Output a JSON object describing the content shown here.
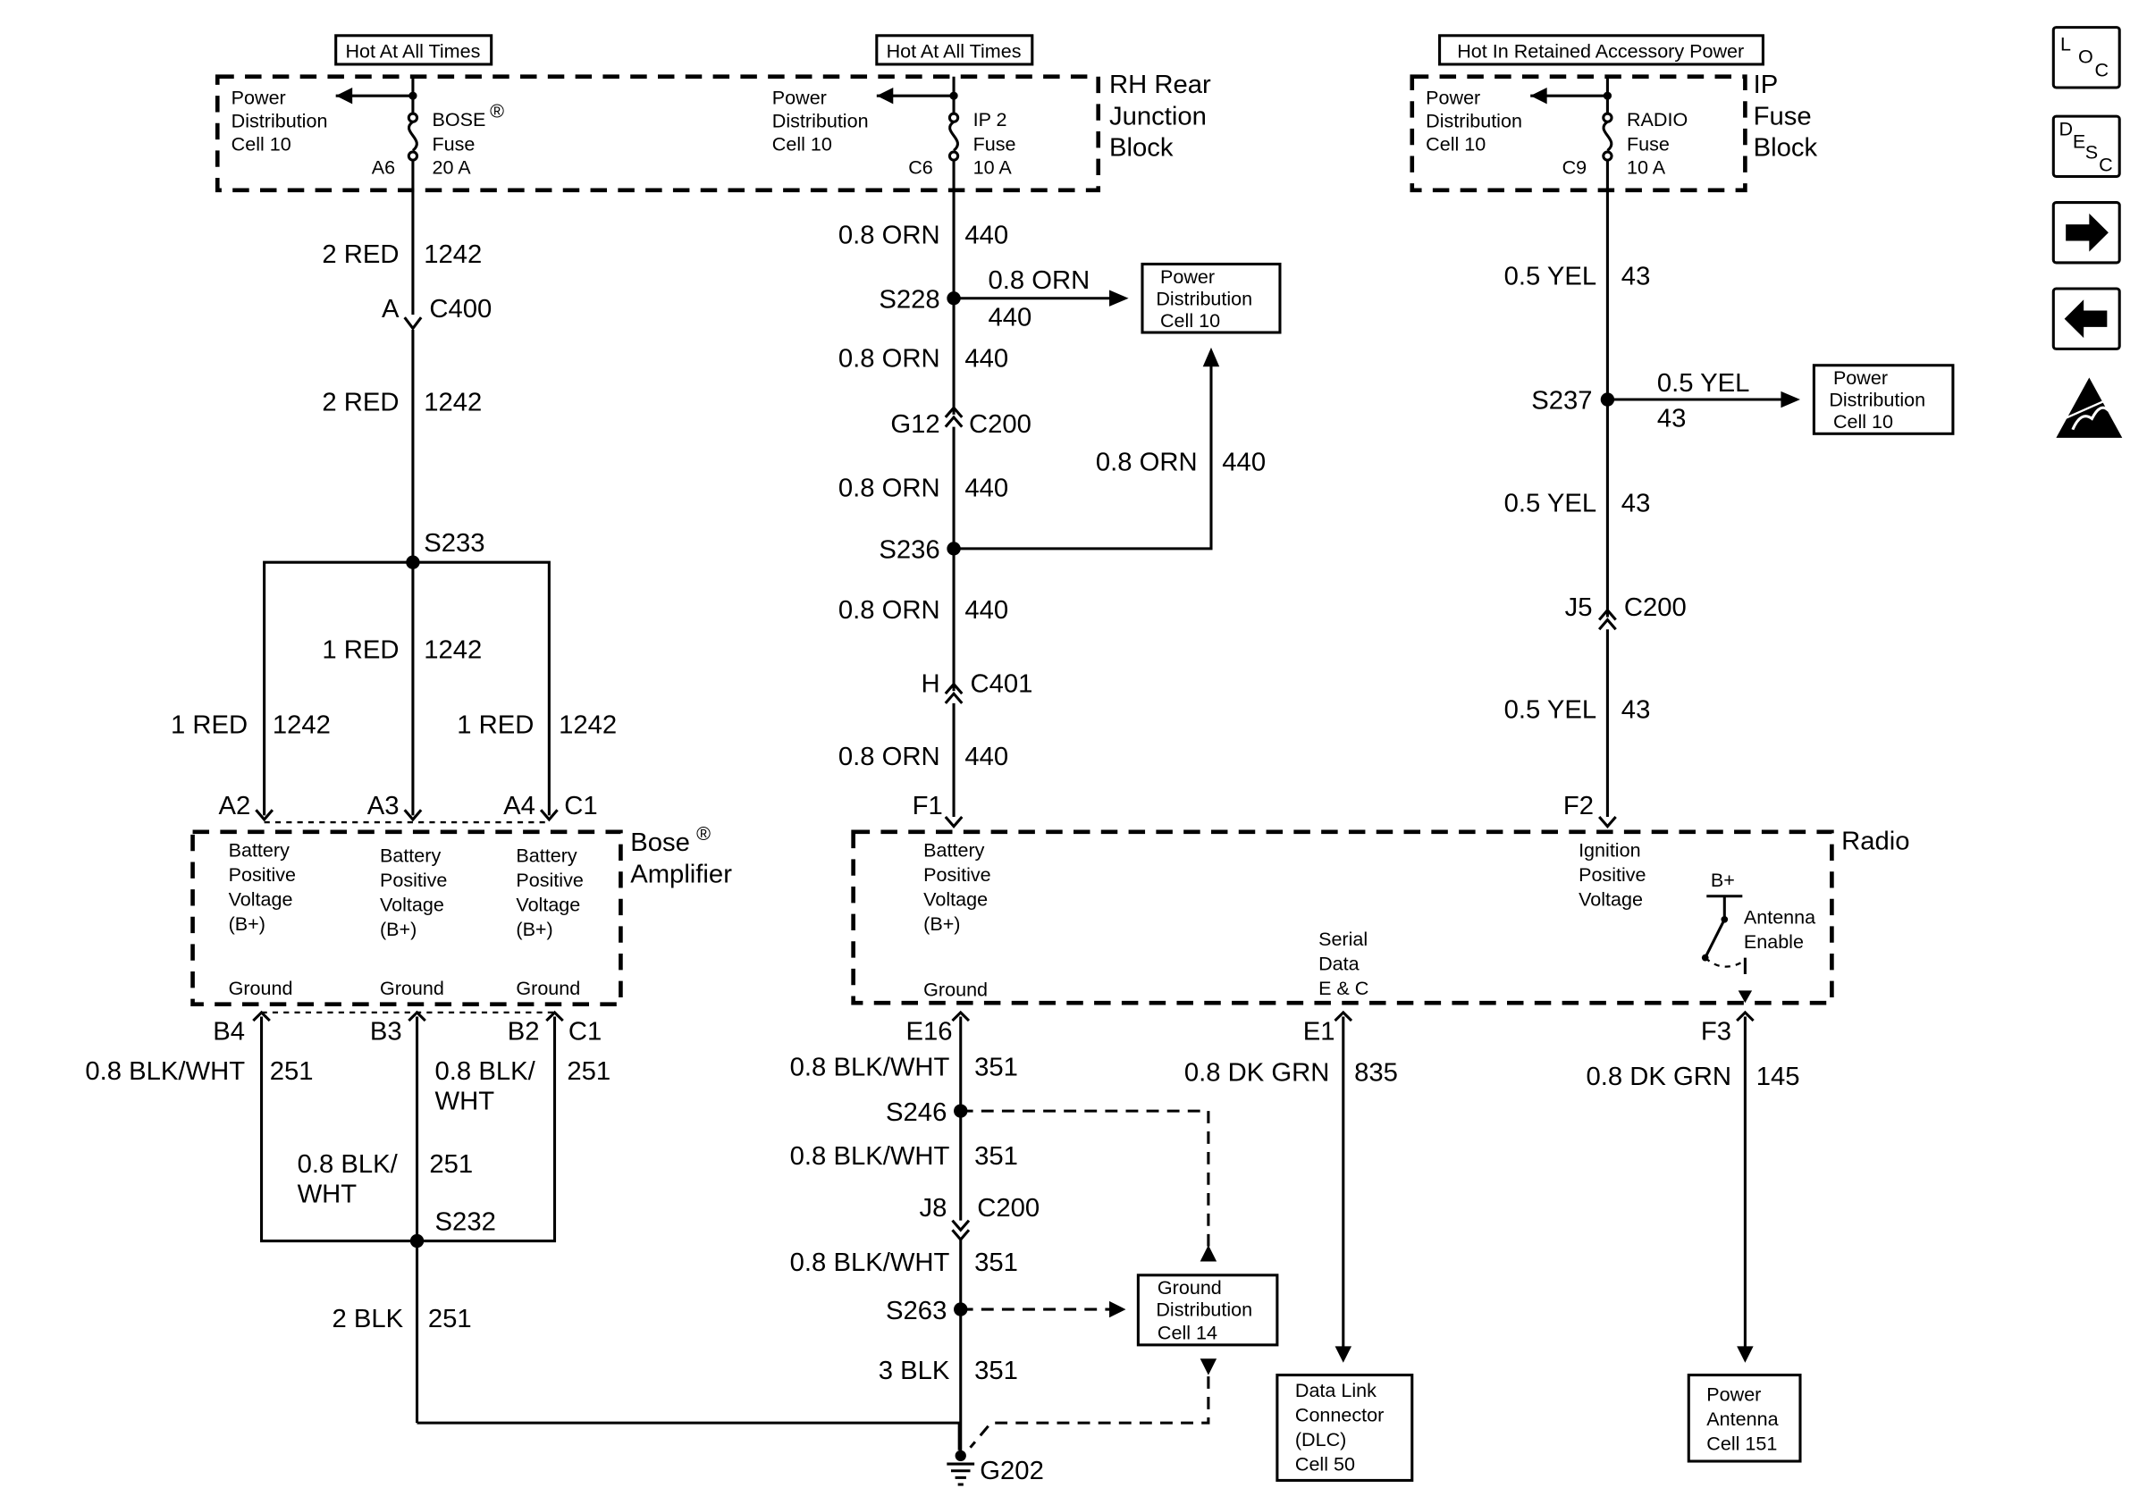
{
  "hot_labels": {
    "left": "Hot At All Times",
    "mid": "Hot At All Times",
    "right": "Hot In Retained Accessory Power"
  },
  "fuse_blocks": {
    "rh": {
      "name_l1": "RH Rear",
      "name_l2": "Junction",
      "name_l3": "Block"
    },
    "ip": {
      "name_l1": "IP",
      "name_l2": "Fuse",
      "name_l3": "Block"
    }
  },
  "pdc": {
    "l1": "Power",
    "l2": "Distribution",
    "l3": "Cell 10"
  },
  "fuses": {
    "bose": {
      "name": "BOSE",
      "reg": "®",
      "type": "Fuse",
      "rating": "20 A",
      "pin": "A6"
    },
    "ip2": {
      "name": "IP 2",
      "type": "Fuse",
      "rating": "10 A",
      "pin": "C6"
    },
    "radio": {
      "name": "RADIO",
      "type": "Fuse",
      "rating": "10 A",
      "pin": "C9"
    }
  },
  "left_circuit": {
    "w1_size": "2 RED",
    "w1_num": "1242",
    "c400_pin": "A",
    "c400": "C400",
    "w2_size": "2 RED",
    "w2_num": "1242",
    "s233": "S233",
    "br_center_size": "1 RED",
    "br_center_num": "1242",
    "br_left_size": "1 RED",
    "br_left_num": "1242",
    "br_right_size": "1 RED",
    "br_right_num": "1242",
    "pin_a2": "A2",
    "pin_a3": "A3",
    "pin_a4": "A4",
    "pin_c1_top": "C1",
    "pin_b4": "B4",
    "pin_b3": "B3",
    "pin_b2": "B2",
    "pin_c1_bot": "C1",
    "gw_left_size": "0.8 BLK/WHT",
    "gw_left_num": "251",
    "gw_right_size_l1": "0.8 BLK/",
    "gw_right_size_l2": "WHT",
    "gw_right_num": "251",
    "gw_center_size_l1": "0.8 BLK/",
    "gw_center_size_l2": "WHT",
    "gw_center_num": "251",
    "s232": "S232",
    "gnd_size": "2 BLK",
    "gnd_num": "251"
  },
  "amplifier": {
    "name_l1": "Bose",
    "reg": "®",
    "name_l2": "Amplifier",
    "bp_l1": "Battery",
    "bp_l2": "Positive",
    "bp_l3": "Voltage",
    "bp_l4": "(B+)",
    "ground": "Ground"
  },
  "mid_circuit": {
    "w1_size": "0.8 ORN",
    "w1_num": "440",
    "s228": "S228",
    "s228_br_size": "0.8 ORN",
    "s228_br_num": "440",
    "w2_size": "0.8 ORN",
    "w2_num": "440",
    "c200_pin": "G12",
    "c200": "C200",
    "w3_size": "0.8 ORN",
    "w3_num": "440",
    "s236": "S236",
    "s236_br_size": "0.8 ORN",
    "s236_br_num": "440",
    "w4_size": "0.8 ORN",
    "w4_num": "440",
    "c401_pin": "H",
    "c401": "C401",
    "w5_size": "0.8 ORN",
    "w5_num": "440",
    "pin_f1": "F1"
  },
  "radio": {
    "name": "Radio",
    "bp_l1": "Battery",
    "bp_l2": "Positive",
    "bp_l3": "Voltage",
    "bp_l4": "(B+)",
    "ground": "Ground",
    "sd_l1": "Serial",
    "sd_l2": "Data",
    "sd_l3": "E & C",
    "ign_l1": "Ignition",
    "ign_l2": "Positive",
    "ign_l3": "Voltage",
    "bplus": "B+",
    "ant_l1": "Antenna",
    "ant_l2": "Enable"
  },
  "right_circuit": {
    "w1_size": "0.5 YEL",
    "w1_num": "43",
    "s237": "S237",
    "s237_br_size": "0.5 YEL",
    "s237_br_num": "43",
    "w2_size": "0.5 YEL",
    "w2_num": "43",
    "c200_pin": "J5",
    "c200": "C200",
    "w3_size": "0.5 YEL",
    "w3_num": "43",
    "pin_f2": "F2"
  },
  "ground_circuit": {
    "pin_e16": "E16",
    "w1_size": "0.8 BLK/WHT",
    "w1_num": "351",
    "s246": "S246",
    "w2_size": "0.8 BLK/WHT",
    "w2_num": "351",
    "c200_pin": "J8",
    "c200": "C200",
    "w3_size": "0.8 BLK/WHT",
    "w3_num": "351",
    "s263": "S263",
    "w4_size": "3 BLK",
    "w4_num": "351",
    "g202": "G202"
  },
  "gdc": {
    "l1": "Ground",
    "l2": "Distribution",
    "l3": "Cell 14"
  },
  "serial_circuit": {
    "pin": "E1",
    "size": "0.8 DK GRN",
    "num": "835"
  },
  "antenna_circuit": {
    "pin": "F3",
    "size": "0.8 DK GRN",
    "num": "145"
  },
  "dlc": {
    "l1": "Data Link",
    "l2": "Connector",
    "l3": "(DLC)",
    "l4": "Cell 50"
  },
  "power_antenna": {
    "l1": "Power",
    "l2": "Antenna",
    "l3": "Cell 151"
  },
  "nav": {
    "loc": {
      "a": "L",
      "b": "O",
      "c": "C"
    },
    "desc": {
      "a": "D",
      "b": "E",
      "c": "S",
      "d": "C"
    }
  },
  "icons": [
    "loc-button",
    "desc-button",
    "next-arrow-icon",
    "prev-arrow-icon",
    "esd-warning-icon"
  ]
}
